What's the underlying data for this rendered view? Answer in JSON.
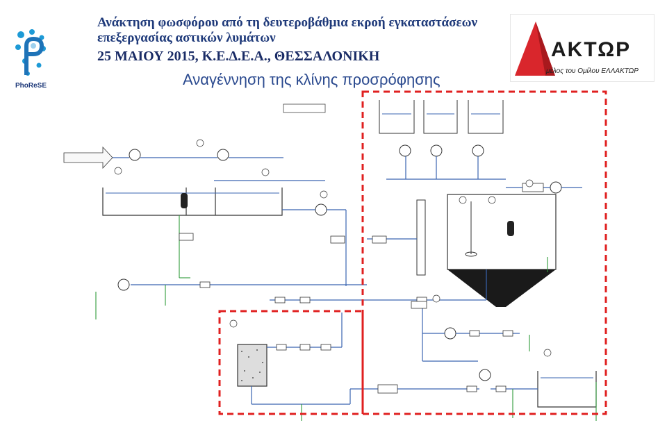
{
  "header": {
    "title_line1": "Ανάκτηση φωσφόρου από τη δευτεροβάθμια εκροή εγκαταστάσεων",
    "title_line2": "επεξεργασίας αστικών λυμάτων",
    "title_line3": "25 ΜΑΙΟΥ 2015, Κ.Ε.Δ.Ε.Α., ΘΕΣΣΑΛΟΝΙΚΗ",
    "subtitle": "Αναγέννηση της κλίνης προσρόφησης"
  },
  "logos": {
    "left_label": "PhoReSE",
    "right_brand": "ΑΚΤΩΡ",
    "right_tagline": "μέλος του Ομίλου ΕΛΛΑΚΤΩΡ"
  },
  "colors": {
    "title": "#1f3a7a",
    "subtitle": "#2b4a8f",
    "dashed_box": "#e02020",
    "pipe_blue": "#3a64b0",
    "pipe_green": "#2f9a3a",
    "aktor_red": "#d9262c"
  }
}
